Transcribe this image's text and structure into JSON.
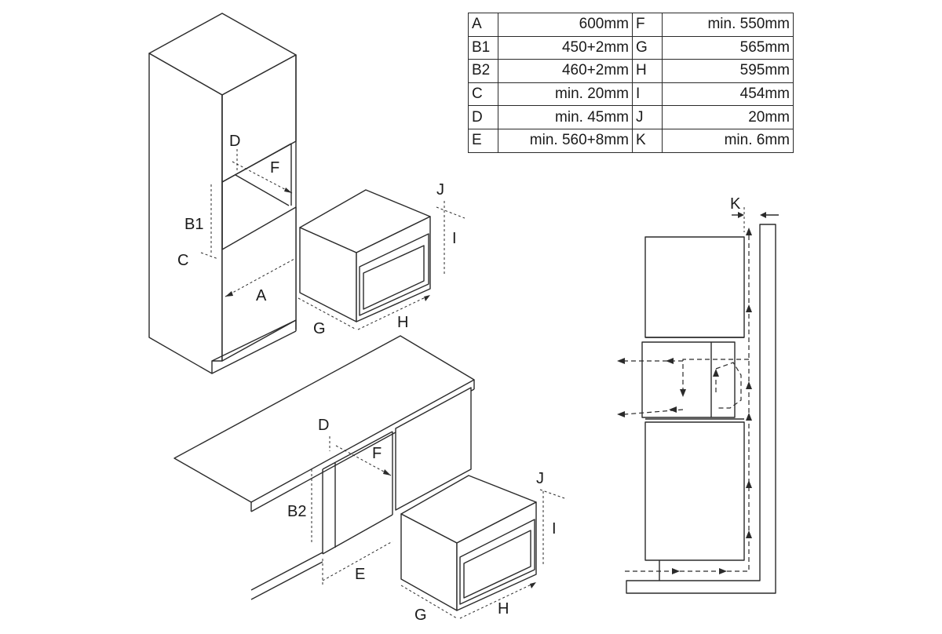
{
  "table": {
    "rows": [
      {
        "k1": "A",
        "v1": "600mm",
        "k2": "F",
        "v2": "min. 550mm"
      },
      {
        "k1": "B1",
        "v1": "450+2mm",
        "k2": "G",
        "v2": "565mm"
      },
      {
        "k1": "B2",
        "v1": "460+2mm",
        "k2": "H",
        "v2": "595mm"
      },
      {
        "k1": "C",
        "v1": "min. 20mm",
        "k2": "I",
        "v2": "454mm"
      },
      {
        "k1": "D",
        "v1": "min. 45mm",
        "k2": "J",
        "v2": "20mm"
      },
      {
        "k1": "E",
        "v1": "min. 560+8mm",
        "k2": "K",
        "v2": "min. 6mm"
      }
    ]
  },
  "labels": {
    "tall": {
      "D": "D",
      "F": "F",
      "B1": "B1",
      "C": "C",
      "A": "A"
    },
    "oven_top": {
      "J": "J",
      "I": "I",
      "G": "G",
      "H": "H"
    },
    "base": {
      "D": "D",
      "F": "F",
      "B2": "B2",
      "E": "E"
    },
    "oven_bottom": {
      "J": "J",
      "I": "I",
      "G": "G",
      "H": "H"
    },
    "side": {
      "K": "K"
    }
  }
}
